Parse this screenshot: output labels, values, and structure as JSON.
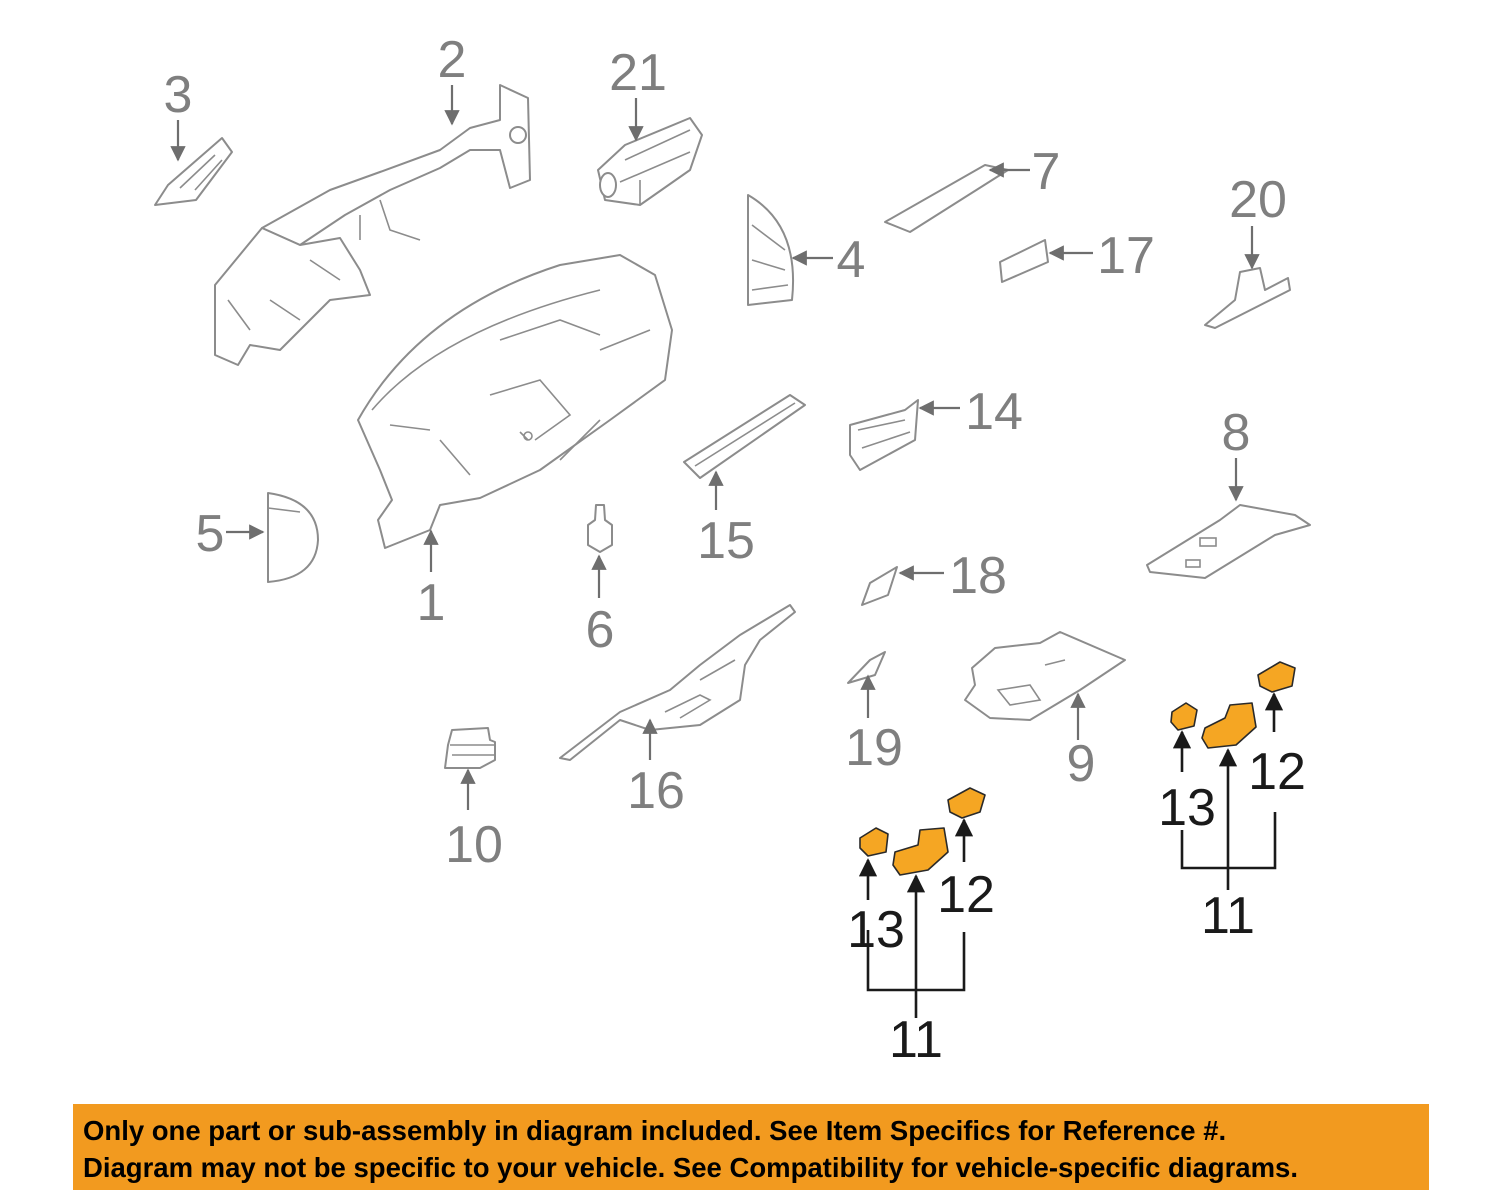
{
  "callouts": {
    "c1": "1",
    "c2": "2",
    "c3": "3",
    "c4": "4",
    "c5": "5",
    "c6": "6",
    "c7": "7",
    "c8": "8",
    "c9": "9",
    "c10": "10",
    "c11": "11",
    "c12": "12",
    "c13": "13",
    "c14": "14",
    "c15": "15",
    "c16": "16",
    "c17": "17",
    "c18": "18",
    "c19": "19",
    "c20": "20",
    "c21": "21"
  },
  "highlight_color": "#f5a623",
  "banner": {
    "color": "#f29a1f",
    "line1": "Only one part or sub-assembly in diagram included. See Item Specifics for Reference #.",
    "line2": "Diagram may not be specific to your vehicle. See Compatibility for vehicle-specific diagrams."
  }
}
